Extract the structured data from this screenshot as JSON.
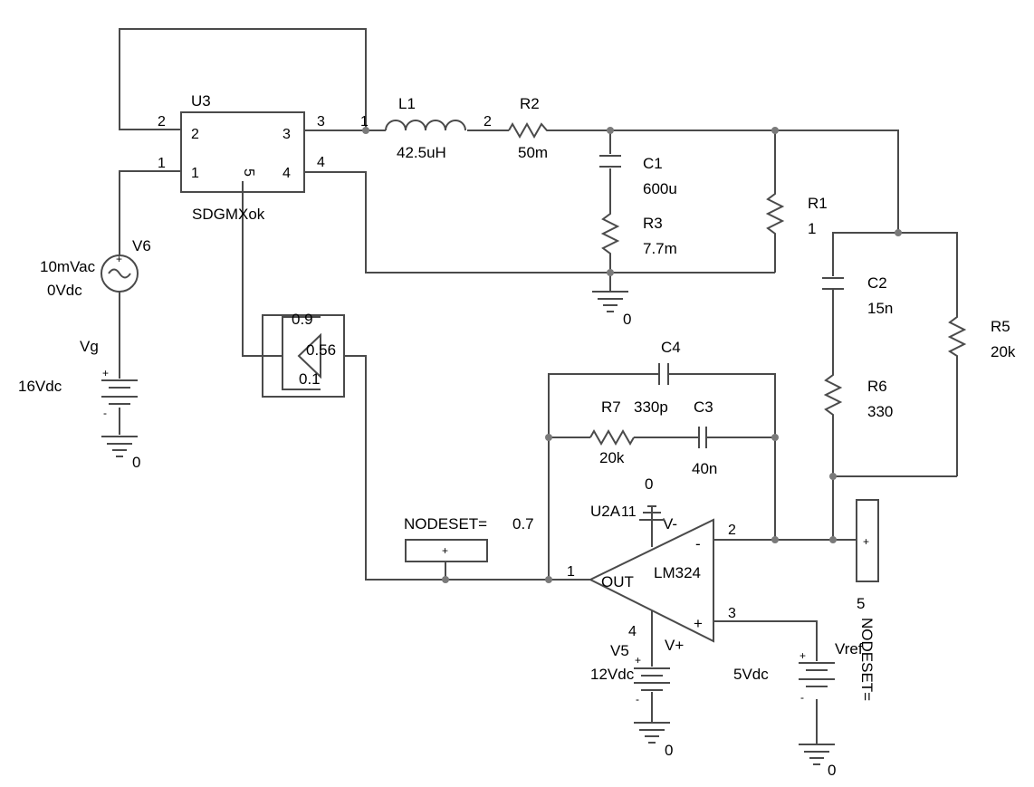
{
  "diagram_type": "circuit schematic",
  "components": {
    "u3": {
      "ref": "U3",
      "model": "SDGMXok",
      "pins": [
        "1",
        "2",
        "3",
        "4",
        "5"
      ]
    },
    "l1": {
      "ref": "L1",
      "value": "42.5uH",
      "pin_left": "1",
      "pin_right": "2"
    },
    "r2": {
      "ref": "R2",
      "value": "50m"
    },
    "c1": {
      "ref": "C1",
      "value": "600u"
    },
    "r3": {
      "ref": "R3",
      "value": "7.7m"
    },
    "r1": {
      "ref": "R1",
      "value": "1"
    },
    "c2": {
      "ref": "C2",
      "value": "15n"
    },
    "r5": {
      "ref": "R5",
      "value": "20k"
    },
    "r6": {
      "ref": "R6",
      "value": "330"
    },
    "v6": {
      "ref": "V6",
      "ac": "10mVac",
      "dc": "0Vdc"
    },
    "vg": {
      "ref": "Vg",
      "value": "16Vdc"
    },
    "limiter": {
      "upper": "0.9",
      "gain": "0.56",
      "lower": "0.1"
    },
    "c4": {
      "ref": "C4",
      "value": "330p"
    },
    "r7": {
      "ref": "R7",
      "value": "20k"
    },
    "c3": {
      "ref": "C3",
      "value": "40n"
    },
    "u2a": {
      "ref": "U2A",
      "model": "LM324",
      "pin_v_minus": "11",
      "pin_inv": "2",
      "pin_out": "1",
      "pin_noninv": "3",
      "pin_v_plus": "4",
      "vminus": "V-",
      "vplus": "V+",
      "minus": "-",
      "plus": "+",
      "out": "OUT"
    },
    "v5": {
      "ref": "V5",
      "value": "12Vdc"
    },
    "vref": {
      "ref": "Vref",
      "value": "5Vdc"
    },
    "nodeset1": {
      "label": "NODESET=",
      "value": "0.7"
    },
    "nodeset2": {
      "label": "NODESET=",
      "value": "5"
    }
  },
  "grounds": [
    "0",
    "0",
    "0",
    "0",
    "0"
  ],
  "battery_marks": {
    "plus": "+",
    "minus": "-"
  }
}
